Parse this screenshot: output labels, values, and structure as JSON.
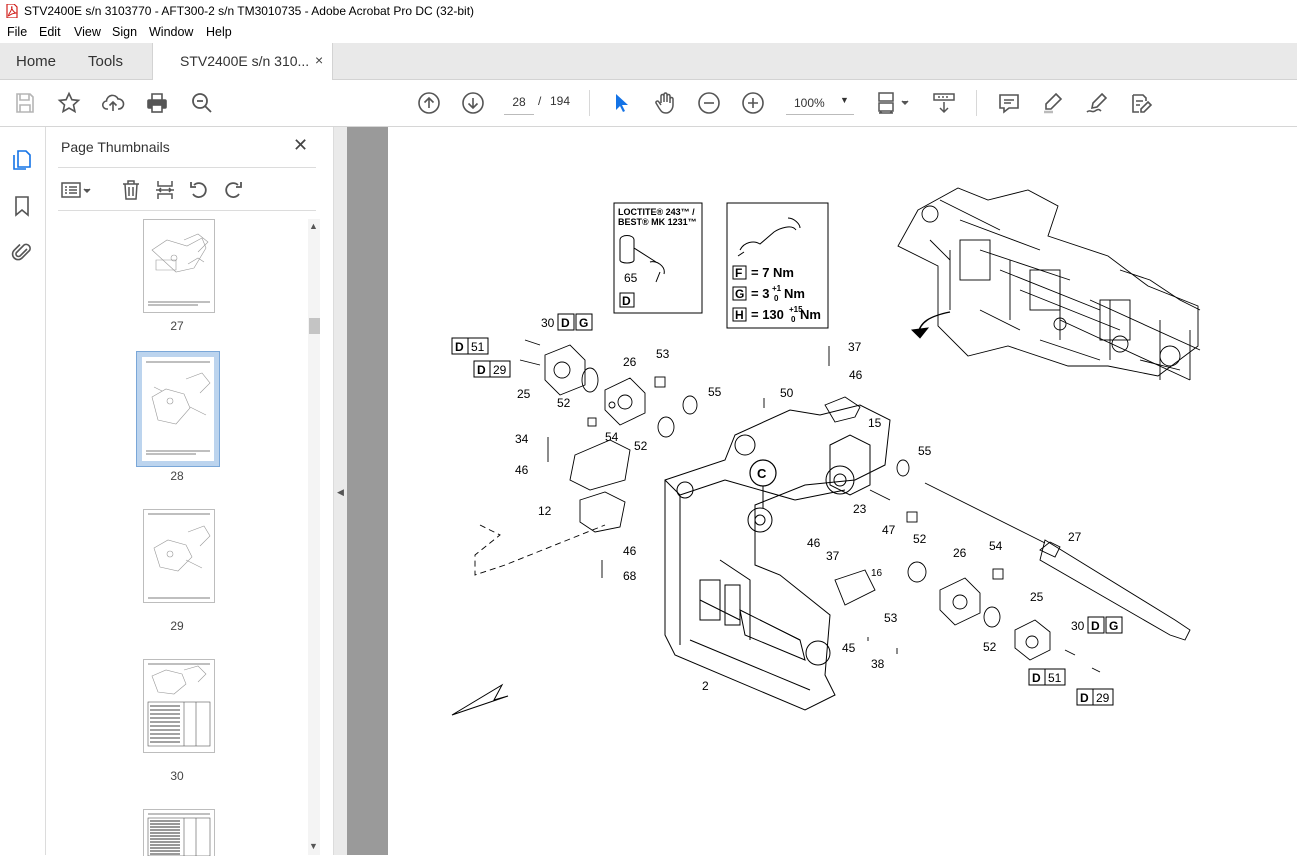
{
  "window": {
    "title": "STV2400E s/n 3103770 - AFT300-2 s/n TM3010735 - Adobe Acrobat Pro DC (32-bit)",
    "icon": "pdf-icon"
  },
  "menu": [
    "File",
    "Edit",
    "View",
    "Sign",
    "Window",
    "Help"
  ],
  "tabs": {
    "home": "Home",
    "tools": "Tools",
    "document": "STV2400E s/n 310...",
    "close": "×"
  },
  "toolbar": {
    "page_current": "28",
    "page_separator": "/",
    "page_total": "194",
    "zoom": "100%",
    "zoom_caret": "▼",
    "icons": [
      "save-icon",
      "star-icon",
      "upload-icon",
      "print-icon",
      "zoom-search-icon",
      "page-up-icon",
      "page-down-icon",
      "select-cursor-icon",
      "hand-icon",
      "zoom-out-icon",
      "zoom-in-icon",
      "fit-page-icon",
      "scroll-mode-icon",
      "comment-icon",
      "highlight-icon",
      "sign-icon",
      "edit-tools-icon"
    ]
  },
  "sidebar": {
    "rail_icons": [
      "page-thumbnails-icon",
      "bookmark-icon",
      "attachment-icon"
    ],
    "panel_title": "Page Thumbnails",
    "panel_close": "✕",
    "panel_tools": [
      "thumbnail-options-icon",
      "delete-page-icon",
      "insert-page-icon",
      "rotate-ccw-icon",
      "rotate-cw-icon"
    ],
    "thumbnails": [
      {
        "label": "27",
        "selected": false
      },
      {
        "label": "28",
        "selected": true
      },
      {
        "label": "29",
        "selected": false
      },
      {
        "label": "30",
        "selected": false
      }
    ],
    "scroll_up": "▲",
    "scroll_down": "▼"
  },
  "splitter": {
    "arrow": "◀"
  },
  "drawing": {
    "loctite_line1": "LOCTITE® 243™ /",
    "loctite_line2": "BEST® MK 1231™",
    "loctite_num": "65",
    "loctite_code": "D",
    "torque": [
      {
        "code": "F",
        "text": "= 7 Nm"
      },
      {
        "code": "G",
        "text": "= 3",
        "sup": "+1",
        "sub": "0",
        "unit": "Nm"
      },
      {
        "code": "H",
        "text": "= 130",
        "sup": "+15",
        "sub": "0",
        "unit": "Nm"
      }
    ],
    "callout_c": "C",
    "labels": [
      "30",
      "D",
      "G",
      "D",
      "51",
      "D",
      "29",
      "25",
      "52",
      "26",
      "53",
      "55",
      "50",
      "37",
      "46",
      "15",
      "34",
      "46",
      "54",
      "52",
      "12",
      "55",
      "23",
      "47",
      "46",
      "37",
      "52",
      "26",
      "54",
      "27",
      "16",
      "53",
      "25",
      "45",
      "38",
      "52",
      "30",
      "D",
      "G",
      "D",
      "51",
      "D",
      "29",
      "68",
      "46",
      "2"
    ]
  }
}
